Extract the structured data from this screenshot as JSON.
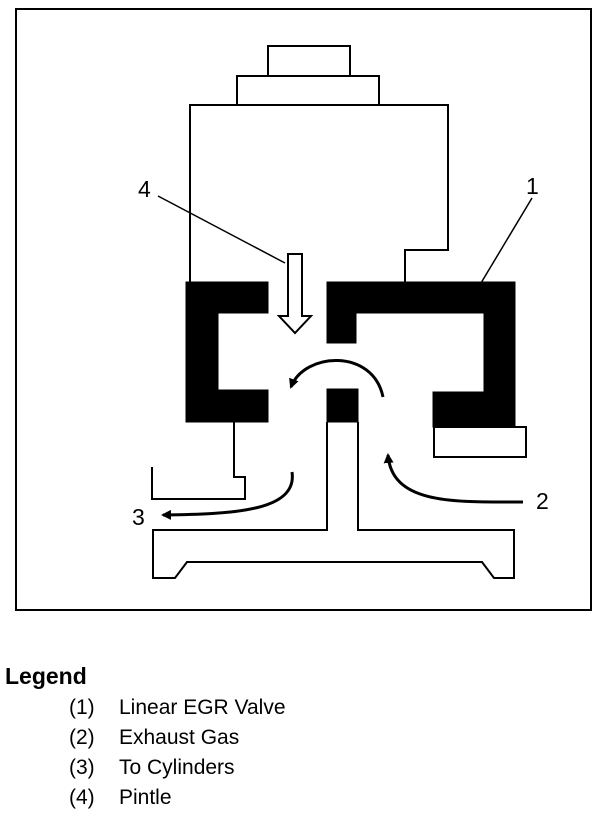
{
  "diagram": {
    "callouts": {
      "c1": "1",
      "c2": "2",
      "c3": "3",
      "c4": "4"
    }
  },
  "legend": {
    "title": "Legend",
    "items": [
      {
        "number": "(1)",
        "label": "Linear EGR Valve"
      },
      {
        "number": "(2)",
        "label": "Exhaust Gas"
      },
      {
        "number": "(3)",
        "label": "To Cylinders"
      },
      {
        "number": "(4)",
        "label": "Pintle"
      }
    ]
  },
  "colors": {
    "ink": "#000000",
    "paper": "#ffffff"
  }
}
